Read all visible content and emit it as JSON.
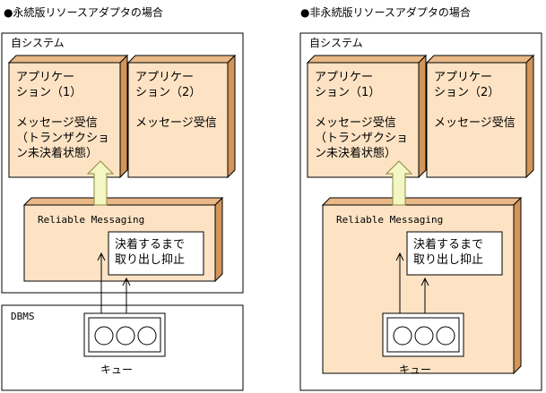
{
  "colors": {
    "box_fill": "#fde3c4",
    "box_side": "#d2955a",
    "box_top": "#e9b886",
    "arrow_fill": "#f4f6c4",
    "arrow_stroke": "#8c8c3a"
  },
  "left": {
    "heading": "●永続版リソースアダプタの場合",
    "system_label": "自システム",
    "app1_text": "アプリケー\nション（1）\n\nメッセージ受信\n（トランザクショ\nン未決着状態）",
    "app2_text": "アプリケー\nション（2）\n\nメッセージ受信",
    "rm_label": "Reliable Messaging",
    "note_text": "決着するまで\n取り出し抑止",
    "dbms_label": "DBMS",
    "queue_label": "キュー"
  },
  "right": {
    "heading": "●非永続版リソースアダプタの場合",
    "system_label": "自システム",
    "app1_text": "アプリケー\nション（1）\n\nメッセージ受信\n（トランザクショ\nン未決着状態）",
    "app2_text": "アプリケー\nション（2）\n\nメッセージ受信",
    "rm_label": "Reliable Messaging",
    "note_text": "決着するまで\n取り出し抑止",
    "queue_label": "キュー"
  }
}
